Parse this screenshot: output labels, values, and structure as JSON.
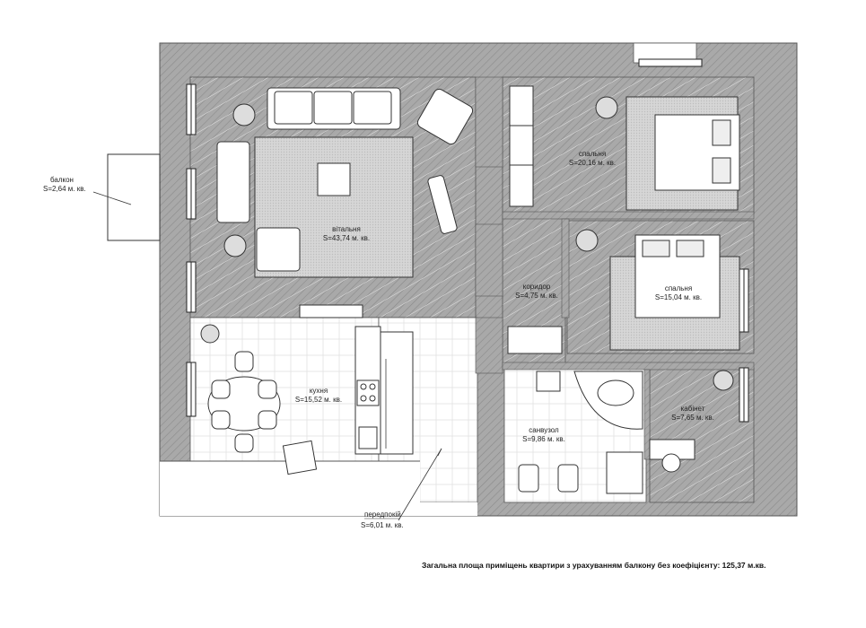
{
  "rooms": [
    {
      "name": "вітальня",
      "area": "S=43,74 м. кв."
    },
    {
      "name": "спальня",
      "area": "S=20,16 м. кв."
    },
    {
      "name": "спальня",
      "area": "S=15,04 м. кв."
    },
    {
      "name": "коридор",
      "area": "S=4,75 м. кв."
    },
    {
      "name": "кухня",
      "area": "S=15,52 м. кв."
    },
    {
      "name": "санвузол",
      "area": "S=9,86 м. кв."
    },
    {
      "name": "кабінет",
      "area": "S=7,65 м. кв."
    }
  ],
  "balcony": {
    "name": "балкон",
    "area": "S=2,64 м. кв."
  },
  "entry": {
    "name": "передпокій",
    "area": "S=6,01 м. кв."
  },
  "footer": {
    "total_text": "Загальна площа приміщень квартири з урахуванням балкону без коефіцієнту:  125,37 м.кв."
  },
  "colors": {
    "wall": "#a7a7a7",
    "wall_outline": "#555555",
    "rug": "#cfcfcf",
    "line": "#333333"
  }
}
